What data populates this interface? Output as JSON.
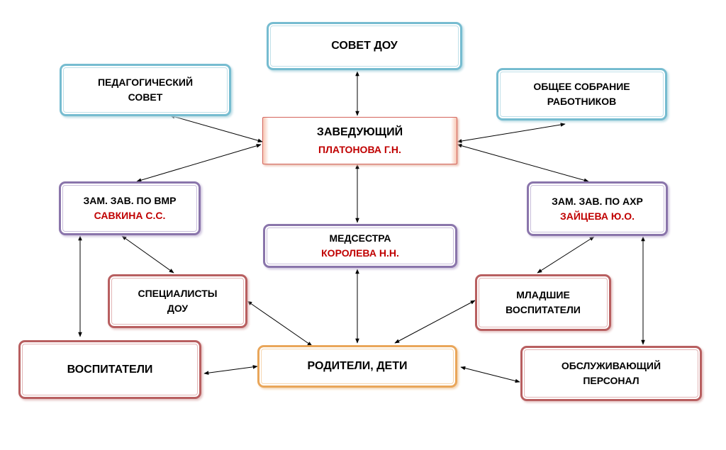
{
  "title": "",
  "colors": {
    "teal_border": "#76bcd0",
    "purple_border": "#8a75ab",
    "red_border": "#b85f60",
    "orange_border": "#e9a65a",
    "head_border": "#d4675f",
    "name_text": "#c00000",
    "arrow": "#000000"
  },
  "nodes": {
    "sovet_dou": {
      "label": "СОВЕТ ДОУ"
    },
    "ped_sovet": {
      "line1": "ПЕДАГОГИЧЕСКИЙ",
      "line2": "СОВЕТ"
    },
    "obshchee_sobranie": {
      "line1": "ОБЩЕЕ СОБРАНИЕ",
      "line2": "РАБОТНИКОВ"
    },
    "zaveduyushchiy": {
      "role": "ЗАВЕДУЮЩИЙ",
      "name": "ПЛАТОНОВА Г.Н."
    },
    "zam_vmr": {
      "role": "ЗАМ. ЗАВ. ПО ВМР",
      "name": "САВКИНА С.С."
    },
    "zam_ahr": {
      "role": "ЗАМ. ЗАВ. ПО АХР",
      "name": "ЗАЙЦЕВА Ю.О."
    },
    "medsestra": {
      "role": "МЕДСЕСТРА",
      "name": "КОРОЛЕВА Н.Н."
    },
    "specialisty": {
      "line1": "СПЕЦИАЛИСТЫ",
      "line2": "ДОУ"
    },
    "mladshie": {
      "line1": "МЛАДШИЕ",
      "line2": "ВОСПИТАТЕЛИ"
    },
    "vospitateli": {
      "label": "ВОСПИТАТЕЛИ"
    },
    "roditeli": {
      "label": "РОДИТЕЛИ, ДЕТИ"
    },
    "obsluzhivayushchiy": {
      "line1": "ОБСЛУЖИВАЮЩИЙ",
      "line2": "ПЕРСОНАЛ"
    }
  },
  "edges": [
    {
      "from": "sovet_dou",
      "to": "zaveduyushchiy",
      "bidirectional": true
    },
    {
      "from": "ped_sovet",
      "to": "zaveduyushchiy",
      "bidirectional": true
    },
    {
      "from": "obshchee_sobranie",
      "to": "zaveduyushchiy",
      "bidirectional": true
    },
    {
      "from": "zaveduyushchiy",
      "to": "zam_vmr",
      "bidirectional": true
    },
    {
      "from": "zaveduyushchiy",
      "to": "zam_ahr",
      "bidirectional": true
    },
    {
      "from": "zaveduyushchiy",
      "to": "medsestra",
      "bidirectional": true
    },
    {
      "from": "zam_vmr",
      "to": "specialisty",
      "bidirectional": true
    },
    {
      "from": "zam_vmr",
      "to": "vospitateli",
      "bidirectional": true
    },
    {
      "from": "zam_ahr",
      "to": "mladshie",
      "bidirectional": true
    },
    {
      "from": "zam_ahr",
      "to": "obsluzhivayushchiy",
      "bidirectional": true
    },
    {
      "from": "medsestra",
      "to": "roditeli",
      "bidirectional": true
    },
    {
      "from": "specialisty",
      "to": "roditeli",
      "bidirectional": true
    },
    {
      "from": "mladshie",
      "to": "roditeli",
      "bidirectional": true
    },
    {
      "from": "vospitateli",
      "to": "roditeli",
      "bidirectional": true
    },
    {
      "from": "roditeli",
      "to": "obsluzhivayushchiy",
      "bidirectional": true
    }
  ]
}
